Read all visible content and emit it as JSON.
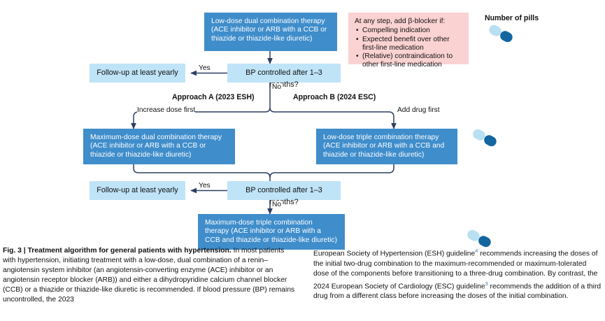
{
  "figure": {
    "nodes": {
      "low_dose_dual": "Low-dose dual combination therapy (ACE inhibitor or ARB with a CCB or thiazide or thiazide-like diuretic)",
      "bp_check_1": "BP controlled after 1–3 months?",
      "followup_1": "Follow-up at least yearly",
      "max_dose_dual": "Maximum-dose dual combination therapy (ACE inhibitor or ARB with a CCB or thiazide or thiazide-like diuretic)",
      "low_dose_triple": "Low-dose triple combination therapy (ACE inhibitor or ARB with a CCB and thiazide or thiazide-like diuretic)",
      "bp_check_2": "BP controlled after 1–3 months?",
      "followup_2": "Follow-up at least yearly",
      "max_dose_triple": "Maximum-dose triple combination therapy (ACE inhibitor or ARB with a CCB and thiazide or thiazide-like diuretic)"
    },
    "note": {
      "heading": "At any step, add β-blocker if:",
      "items": [
        "Compelling indication",
        "Expected benefit over other first-line medication",
        "(Relative) contraindication to other first-line medication"
      ]
    },
    "legend": {
      "title": "Number of pills"
    },
    "approaches": {
      "a": "Approach A (2023 ESH)",
      "b": "Approach B (2024 ESC)"
    },
    "edge_labels": {
      "yes_1": "Yes",
      "no_1": "No",
      "yes_2": "Yes",
      "no_2": "No",
      "increase_dose": "Increase dose first",
      "add_drug": "Add drug first"
    },
    "colors": {
      "box_dark": "#3f8dcb",
      "box_light": "#bfe4f7",
      "box_pink": "#fbd2d2",
      "line": "#2c3e62",
      "pill_light": "#b9e0f2",
      "pill_dark": "#1466a0",
      "reference_link": "#3a7fc1"
    }
  },
  "caption": {
    "title": "Fig. 3 | Treatment algorithm for general patients with hypertension.",
    "left_text": "In most patients with hypertension, initiating treatment with a low-dose, dual combination of a renin–angiotensin system inhibitor (an angiotensin-converting enzyme (ACE) inhibitor or an angiotensin receptor blocker (ARB)) and either a dihydropyridine calcium channel blocker (CCB) or a thiazide or thiazide-like diuretic is recommended. If blood pressure (BP) remains uncontrolled, the 2023",
    "right_text_1": "European Society of Hypertension (ESH) guideline",
    "right_ref_1": "4",
    "right_text_2": " recommends increasing the doses of the initial two-drug combination to the maximum-recommended or maximum-tolerated dose of the components before transitioning to a three-drug combination. By contrast, the 2024 European Society of Cardiology (ESC) guideline",
    "right_ref_2": "3",
    "right_text_3": " recommends the addition of a third drug from a different class before increasing the doses of the initial combination."
  }
}
